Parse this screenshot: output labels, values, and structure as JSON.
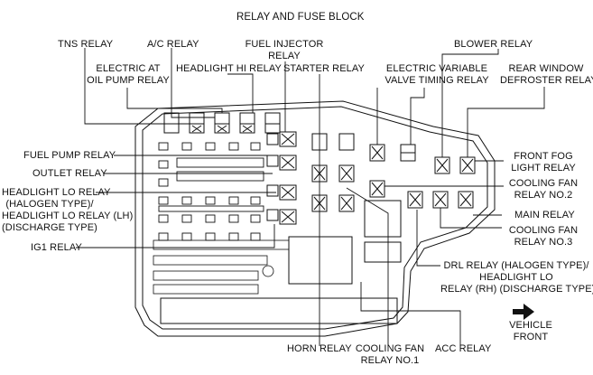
{
  "title": "RELAY AND FUSE BLOCK",
  "labels": {
    "tns": "TNS RELAY",
    "ac": "A/C RELAY",
    "fuel_injector": [
      "FUEL INJECTOR",
      "RELAY"
    ],
    "blower": "BLOWER RELAY",
    "electric_at": [
      "ELECTRIC AT",
      "OIL PUMP RELAY"
    ],
    "headlight_hi": "HEADLIGHT HI RELAY",
    "starter": "STARTER RELAY",
    "evvt": [
      "ELECTRIC VARIABLE",
      "VALVE TIMING RELAY"
    ],
    "rear_window": [
      "REAR WINDOW",
      "DEFROSTER RELAY"
    ],
    "fuel_pump": "FUEL PUMP RELAY",
    "outlet": "OUTLET RELAY",
    "headlight_lo": [
      "HEADLIGHT LO RELAY",
      "(HALOGEN TYPE)/",
      "HEADLIGHT LO RELAY (LH)",
      "(DISCHARGE TYPE)"
    ],
    "ig1": "IG1 RELAY",
    "front_fog": [
      "FRONT FOG",
      "LIGHT RELAY"
    ],
    "cooling_fan_2": [
      "COOLING FAN",
      "RELAY NO.2"
    ],
    "main": "MAIN RELAY",
    "cooling_fan_3": [
      "COOLING FAN",
      "RELAY NO.3"
    ],
    "drl": [
      "DRL RELAY (HALOGEN TYPE)/",
      "HEADLIGHT LO",
      "RELAY (RH) (DISCHARGE TYPE)"
    ],
    "horn": "HORN RELAY",
    "cooling_fan_1": [
      "COOLING FAN",
      "RELAY NO.1"
    ],
    "acc": "ACC RELAY",
    "vehicle_front": [
      "VEHICLE",
      "FRONT"
    ]
  },
  "icons": {
    "direction_arrow": "arrow-right-icon"
  }
}
